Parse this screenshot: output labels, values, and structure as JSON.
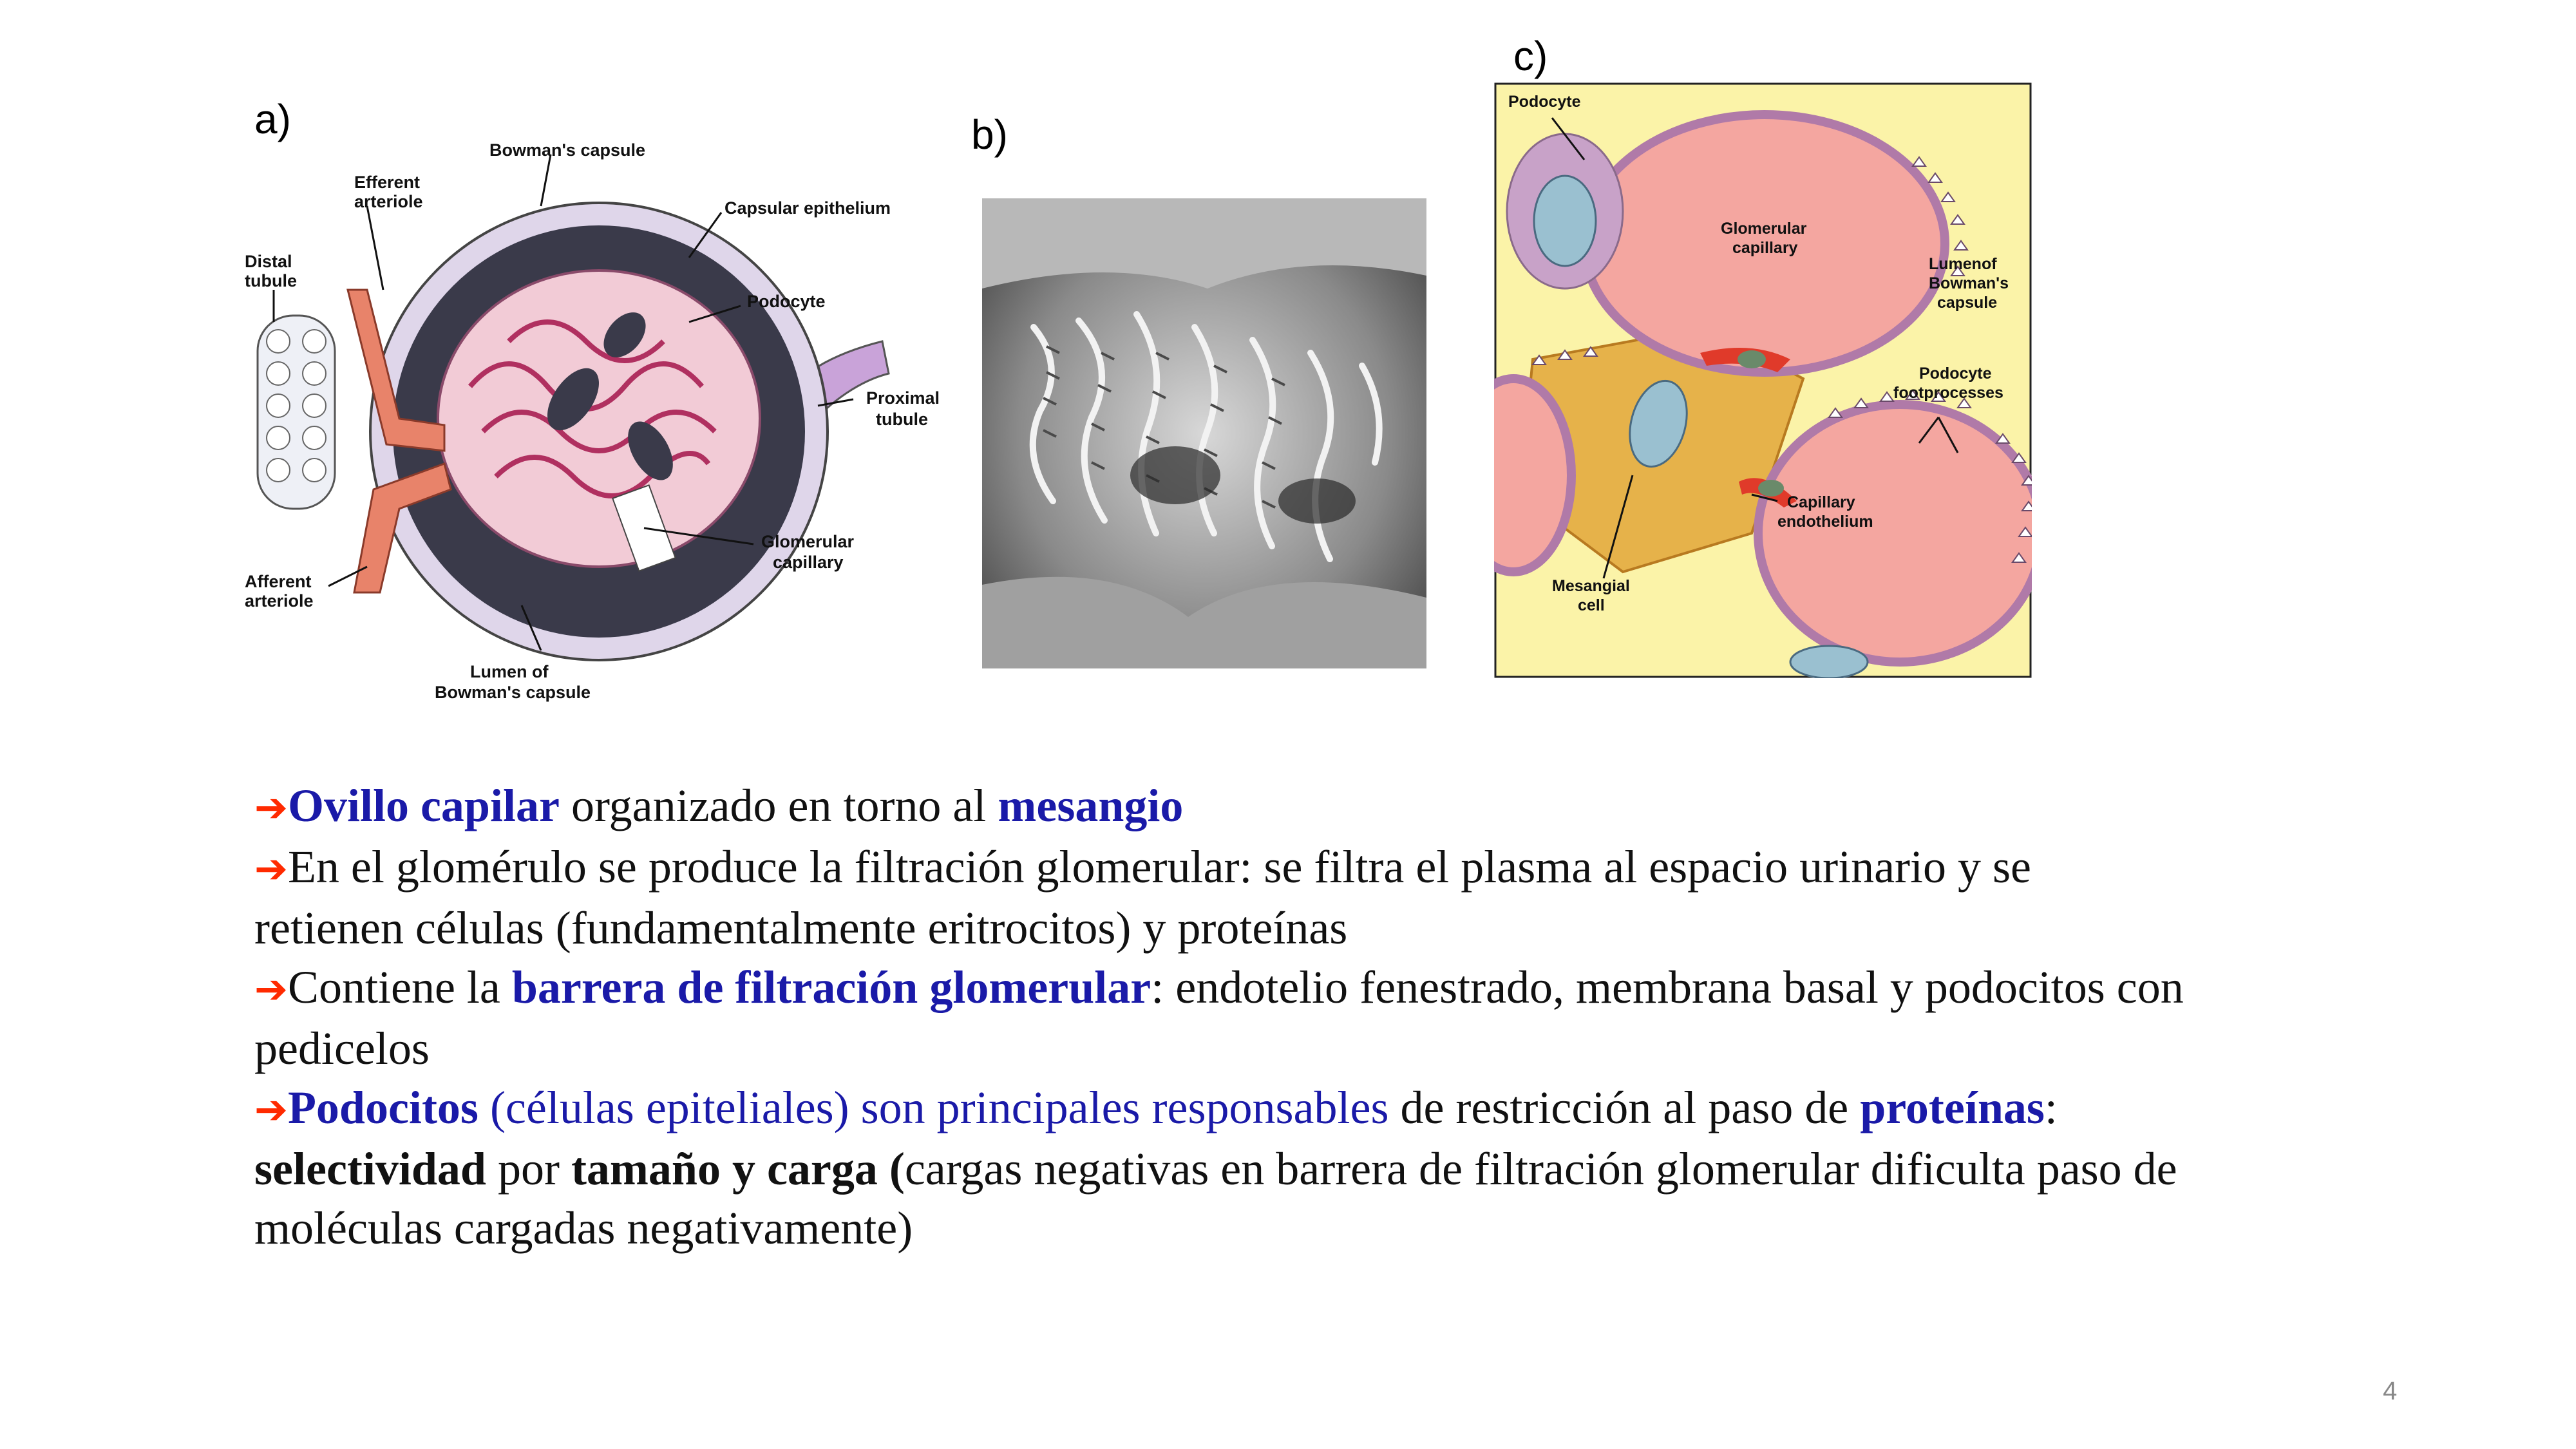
{
  "panels": {
    "a": {
      "label": "a)",
      "annotations": {
        "bowmans_capsule": "Bowman's capsule",
        "efferent": [
          "Efferent",
          "arteriole"
        ],
        "capsular_epithelium": "Capsular epithelium",
        "distal": [
          "Distal",
          "tubule"
        ],
        "podocyte": "Podocyte",
        "proximal": [
          "Proximal",
          "tubule"
        ],
        "glomerular": [
          "Glomerular",
          "capillary"
        ],
        "afferent": [
          "Afferent",
          "arteriole"
        ],
        "lumen": [
          "Lumen of",
          "Bowman's capsule"
        ]
      }
    },
    "b": {
      "label": "b)"
    },
    "c": {
      "label": "c)",
      "annotations": {
        "podocyte": "Podocyte",
        "glomerular": [
          "Glomerular",
          "capillary"
        ],
        "lumen": [
          "Lumenof",
          "Bowman's",
          "capsule"
        ],
        "foot": [
          "Podocyte",
          "footprocesses"
        ],
        "endothelium": [
          "Capillary",
          "endothelium"
        ],
        "mesangial": [
          "Mesangial",
          "cell"
        ]
      }
    }
  },
  "bullets": {
    "arrow": "➔",
    "b1": {
      "kw1": "Ovillo capilar",
      "t1": " organizado en torno al ",
      "kw2": "mesangio"
    },
    "b2": {
      "line1": "En el glomérulo se produce la filtración glomerular: se filtra el plasma al espacio urinario y se",
      "line2": "retienen células (fundamentalmente eritrocitos) y proteínas"
    },
    "b3": {
      "t1": "Contiene la ",
      "kw": "barrera de filtración glomerular",
      "t2": ": endotelio fenestrado, membrana basal y podocitos con",
      "line2": "pedicelos"
    },
    "b4": {
      "kw1": "Podocitos",
      "blue1": " (células epiteliales) son principales responsables",
      "t1": " de restricción al paso de ",
      "kw2": "proteínas",
      "t2": ":",
      "bold1": "selectividad",
      "t3": " por ",
      "bold2": "tamaño y carga (",
      "t4": "cargas negativas en barrera de filtración glomerular dificulta paso de",
      "line3": "moléculas cargadas negativamente)"
    }
  },
  "page_number": "4"
}
